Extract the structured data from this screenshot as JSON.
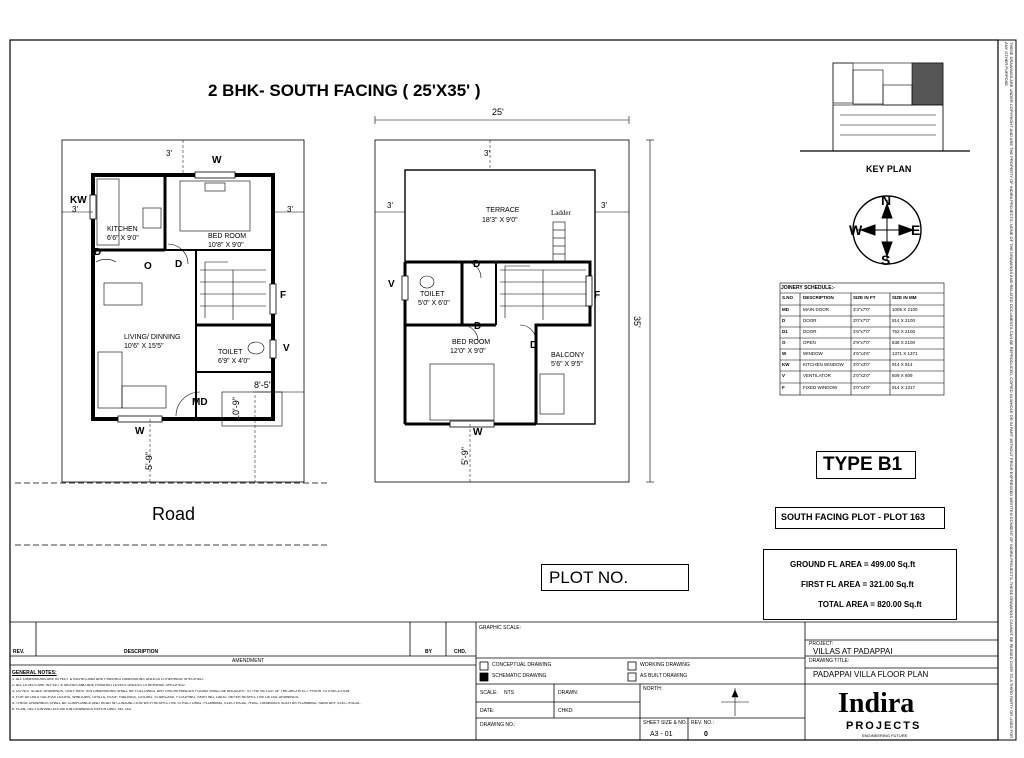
{
  "header": {
    "title": "2 BHK- SOUTH FACING ( 25'X35' )",
    "key_plan_label": "KEY PLAN",
    "compass": {
      "n": "N",
      "s": "S",
      "e": "E",
      "w": "W"
    }
  },
  "ground_floor": {
    "rooms": {
      "kitchen": {
        "name": "KITCHEN",
        "size": "6'6\" X 9'0\""
      },
      "bedroom": {
        "name": "BED ROOM",
        "size": "10'8\" X 9'0\""
      },
      "living": {
        "name": "LIVING/ DINNING",
        "size": "10'6\" X 15'5\""
      },
      "toilet": {
        "name": "TOILET",
        "size": "6'9\" X 4'0\""
      }
    },
    "tags": {
      "w_top": "W",
      "kw": "KW",
      "d1": "D",
      "o": "O",
      "d2": "D",
      "f": "F",
      "v": "V",
      "md": "MD",
      "w_bottom": "W"
    },
    "dims": {
      "top": "3'",
      "kw_side": "3'",
      "right": "3'",
      "stair_width": "8'-5\"",
      "setback_front": "10'-9\"",
      "setback_left": "5'-9\""
    },
    "road": "Road"
  },
  "first_floor": {
    "rooms": {
      "terrace": {
        "name": "TERRACE",
        "size": "18'3\" X 9'0\""
      },
      "ladder": "Ladder",
      "toilet": {
        "name": "TOILET",
        "size": "5'0\" X 6'0\""
      },
      "bedroom": {
        "name": "BED ROOM",
        "size": "12'0\" X 9'0\""
      },
      "balcony": {
        "name": "BALCONY",
        "size": "5'6\" X 9'5\""
      }
    },
    "tags": {
      "v": "V",
      "d1": "D",
      "d2": "D",
      "d3": "D",
      "f": "F",
      "w": "W"
    },
    "dims": {
      "width": "25'",
      "depth": "35'",
      "top": "3'",
      "left": "3'",
      "right": "3'",
      "bottom": "5'-9\""
    }
  },
  "joinery": {
    "title": "JOINERY SCHEDULE:-",
    "headers": [
      "S.NO",
      "DESCRIPTION",
      "SIZE IN FT",
      "SIZE IN MM"
    ],
    "rows": [
      [
        "MD",
        "MAIN DOOR",
        "3'3\"x7'0\"",
        "1005 X 2100"
      ],
      [
        "D",
        "DOOR",
        "3'0\"x7'0\"",
        "914 X 2100"
      ],
      [
        "D1",
        "DOOR",
        "2'6\"x7'0\"",
        "762 X 2100"
      ],
      [
        "O",
        "OPEN",
        "2'9\"x7'0\"",
        "838 X 2100"
      ],
      [
        "W",
        "WINDOW",
        "4'6\"x4'6\"",
        "1371 X 1371"
      ],
      [
        "KW",
        "KITCHEN WINDOW",
        "3'0\"x3'0\"",
        "914 X 914"
      ],
      [
        "V",
        "VENTILATOR",
        "2'0\"x2'0\"",
        "609 X 609"
      ],
      [
        "F",
        "FIXED WINDOW",
        "3'0\"x4'0\"",
        "914 X 1317"
      ]
    ]
  },
  "type_label": "TYPE B1",
  "plot_label": "SOUTH FACING PLOT - PLOT 163",
  "plot_no": "PLOT NO.",
  "areas": {
    "ground": "GROUND FL AREA = 499.00 Sq.ft",
    "first": "FIRST  FL AREA = 321.00 Sq.ft",
    "total": "TOTAL AREA = 820.00 Sq.ft"
  },
  "title_block": {
    "rev": "REV.",
    "description": "DESCRIPTION",
    "by": "BY",
    "chd": "CHD.",
    "amendment": "AMENDMENT",
    "general_notes": "GENERAL NOTES:",
    "notes": [
      "1. ALL DIMENSIONS ARE IN FEET & INCHES AND ARE FINISHED DIMENSIONS UNLESS OTHERWISE SPECIFIED.",
      "2. ALL LEVELS ARE IN FEET & INCHES AND ARE FINISHED LEVELS UNLESS OTHERWISE SPECIFIED.",
      "3. DO NOT SCALE DRAWINGS, ONLY WRITTEN DIMENSIONS SHALL BE FOLLOWED, ANY DISCREPANCIES FOUND SHALL BE BROUGHT TO THE NOTICE OF THE ARCHITECT PRIOR TO EXECUTION.",
      "4. FOR DETAILS SUCH AS DOORS, WINDOWS, GRILLS, ROOF, RAILINGS, CEILING, STAIRCASE, FLOORING, SKIRTING, DADO, REFER RESPECTIVE DETAIL DRAWINGS.",
      "5. THESE DRAWINGS SHALL BE COMPLIANCE AND READ IN CONJUNCTION WITH RESPECTIVE STRUCTURAL, PLUMBING, ELECTRICAL, HVAC, DRAWINGS SUCH AS PLUMBING, SANITARY, ELECTRICAL.",
      "6. PLAN, SECTION AND ELEVATION DRAWINGS REFER DWG. NO. 002"
    ],
    "graphic_scale": "GRAPHIC SCALE:",
    "conceptual": "CONCEPTUAL DRAWING",
    "schematic": "SCHEMATIC DRAWING",
    "working": "WORKING DRAWING",
    "as_built": "AS BUILT DRAWING",
    "scale_label": "SCALE:",
    "scale_value": "NTS",
    "drawn": "DRAWN:",
    "north": "NORTH:",
    "date": "DATE:",
    "chkd": "CHKD:",
    "drawing_no": "DRAWING NO.:",
    "sheet_size": "SHEET SIZE & NO.:",
    "rev_no": "REV. NO.:",
    "sheet_value": "A3 - 01",
    "rev_value": "0",
    "project_label": "PROJECT:",
    "project_value": "VILLAS AT PADAPPAI",
    "drawing_title_label": "DRAWING TITLE:",
    "drawing_title_value": "PADAPPAI VILLA FLOOR PLAN",
    "company": "Indira",
    "company_sub": "PROJECTS",
    "tagline": "ENGINEERING FUTURE"
  },
  "side_note": "THESE DRAWINGS ARE UNDER COPYRIGHT AND ARE THE PROPERTY OF INDIRA PROJECTS. NONE OF THE DRAWINGS AND RELATED DOCUMENTS CAN BE REPRODUCED, COPIED IN WHOLE OR IN PART WITHOUT PRIOR EXPRESSED WRITTEN CONSENT OF INDIRA PROJECTS. THESE DRAWINGS CANNOT BE PASSED OVER TO A THIRD PARTY OR USED FOR ANY OTHER PURPOSE."
}
